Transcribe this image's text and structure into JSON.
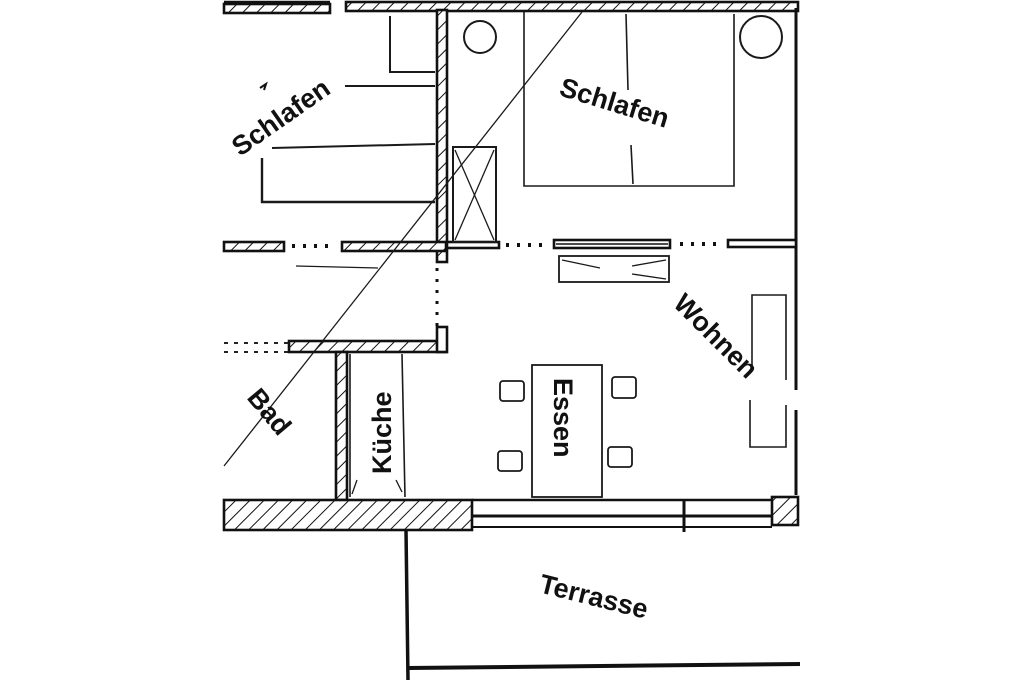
{
  "diagram": {
    "type": "floor-plan",
    "background": "#ffffff",
    "ink": "#111111",
    "rooms": [
      {
        "id": "schlafen-1",
        "label": "Schlafen",
        "rotation": -35
      },
      {
        "id": "schlafen-2",
        "label": "Schlafen",
        "rotation": 18
      },
      {
        "id": "wohnen",
        "label": "Wohnen",
        "rotation": 45
      },
      {
        "id": "essen",
        "label": "Essen",
        "rotation": 90
      },
      {
        "id": "kueche",
        "label": "Küche",
        "rotation": -90
      },
      {
        "id": "bad",
        "label": "Bad",
        "rotation": 50
      },
      {
        "id": "terrasse",
        "label": "Terrasse",
        "rotation": 14
      }
    ],
    "furniture": [
      {
        "id": "double-bed",
        "room": "schlafen-2"
      },
      {
        "id": "nightstand-lamp-left",
        "room": "schlafen-2"
      },
      {
        "id": "nightstand-lamp-right",
        "room": "schlafen-2"
      },
      {
        "id": "single-bed",
        "room": "schlafen-1"
      },
      {
        "id": "wardrobe",
        "room": "schlafen-2"
      },
      {
        "id": "sideboard",
        "room": "wohnen"
      },
      {
        "id": "sofa",
        "room": "wohnen"
      },
      {
        "id": "dining-table",
        "room": "essen"
      },
      {
        "id": "chairs",
        "room": "essen",
        "count": 4
      },
      {
        "id": "kitchen-counter",
        "room": "kueche"
      }
    ]
  }
}
